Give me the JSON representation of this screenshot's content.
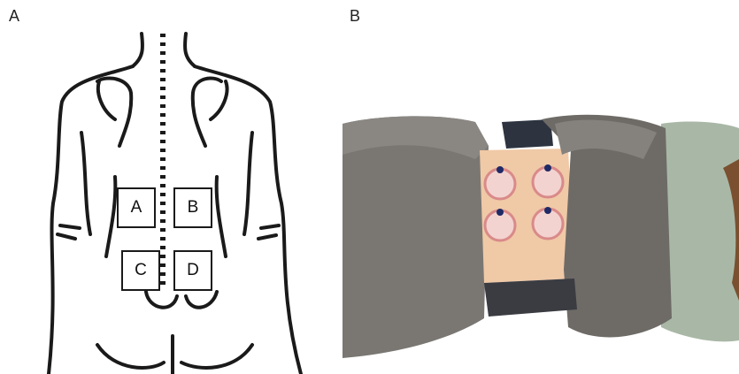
{
  "panels": {
    "a_label": "A",
    "b_label": "B"
  },
  "regions": {
    "a": "A",
    "b": "B",
    "c": "C",
    "d": "D"
  },
  "colors": {
    "outline": "#1a1a1a",
    "towel": "#7a7773",
    "towel_dark": "#5e5b57",
    "towel_green": "#a9b8a6",
    "skin": "#f0c9a6",
    "cup_ring": "#d98a8a",
    "cup_dot": "#1f2a66"
  }
}
